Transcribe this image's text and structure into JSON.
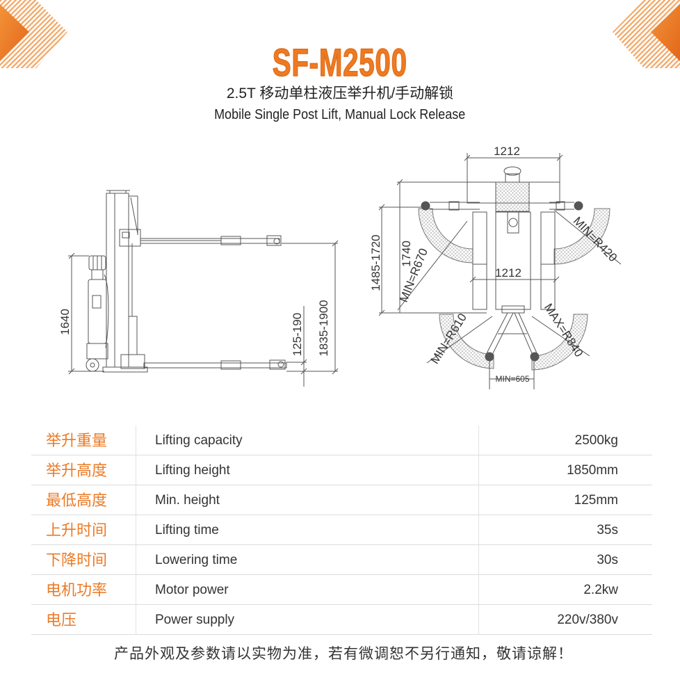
{
  "header": {
    "title": "SF-M2500",
    "subtitle_cn": "2.5T 移动单柱液压举升机/手动解锁",
    "subtitle_en": "Mobile Single Post Lift, Manual Lock Release"
  },
  "drawings": {
    "side_view": {
      "overall_height": "1640",
      "min_height": "125-190",
      "lift_height": "1835-1900"
    },
    "top_view": {
      "width_top": "1212",
      "width_middle": "1212",
      "depth_range": "1485-1720",
      "depth": "1740",
      "radius_left_upper": "MIN=R670",
      "radius_right_upper": "MIN=R420",
      "radius_left_lower": "MIN=R610",
      "radius_right_lower": "MAX=R840",
      "min_wheel_span": "MIN=605"
    }
  },
  "specs": {
    "rows": [
      {
        "cn": "举升重量",
        "en": "Lifting capacity",
        "value": "2500kg"
      },
      {
        "cn": "举升高度",
        "en": "Lifting height",
        "value": "1850mm"
      },
      {
        "cn": "最低高度",
        "en": "Min. height",
        "value": "125mm"
      },
      {
        "cn": "上升时间",
        "en": "Lifting time",
        "value": "35s"
      },
      {
        "cn": "下降时间",
        "en": "Lowering time",
        "value": "30s"
      },
      {
        "cn": "电机功率",
        "en": "Motor power",
        "value": "2.2kw"
      },
      {
        "cn": "电压",
        "en": "Power supply",
        "value": "220v/380v"
      }
    ]
  },
  "footer": {
    "note": "产品外观及参数请以实物为准，若有微调恕不另行通知，敬请谅解！"
  },
  "colors": {
    "accent": "#ec7a26",
    "accent_light": "#f3a561",
    "text": "#333333",
    "line": "#dcdcdc",
    "drawing_stroke": "#555555"
  }
}
